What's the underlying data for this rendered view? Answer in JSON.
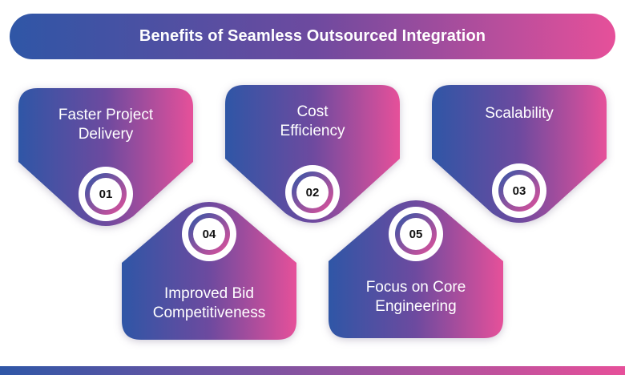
{
  "title": "Benefits of Seamless Outsourced Integration",
  "colors": {
    "gradient_start": "#2f56a6",
    "gradient_end": "#e6509a"
  },
  "benefits": [
    {
      "number": "01",
      "label_lines": [
        "Faster Project",
        "Delivery"
      ]
    },
    {
      "number": "02",
      "label_lines": [
        "Cost",
        "Efficiency"
      ]
    },
    {
      "number": "03",
      "label_lines": [
        "Scalability"
      ]
    },
    {
      "number": "04",
      "label_lines": [
        "Improved Bid",
        "Competitiveness"
      ]
    },
    {
      "number": "05",
      "label_lines": [
        "Focus on Core",
        "Engineering"
      ]
    }
  ]
}
